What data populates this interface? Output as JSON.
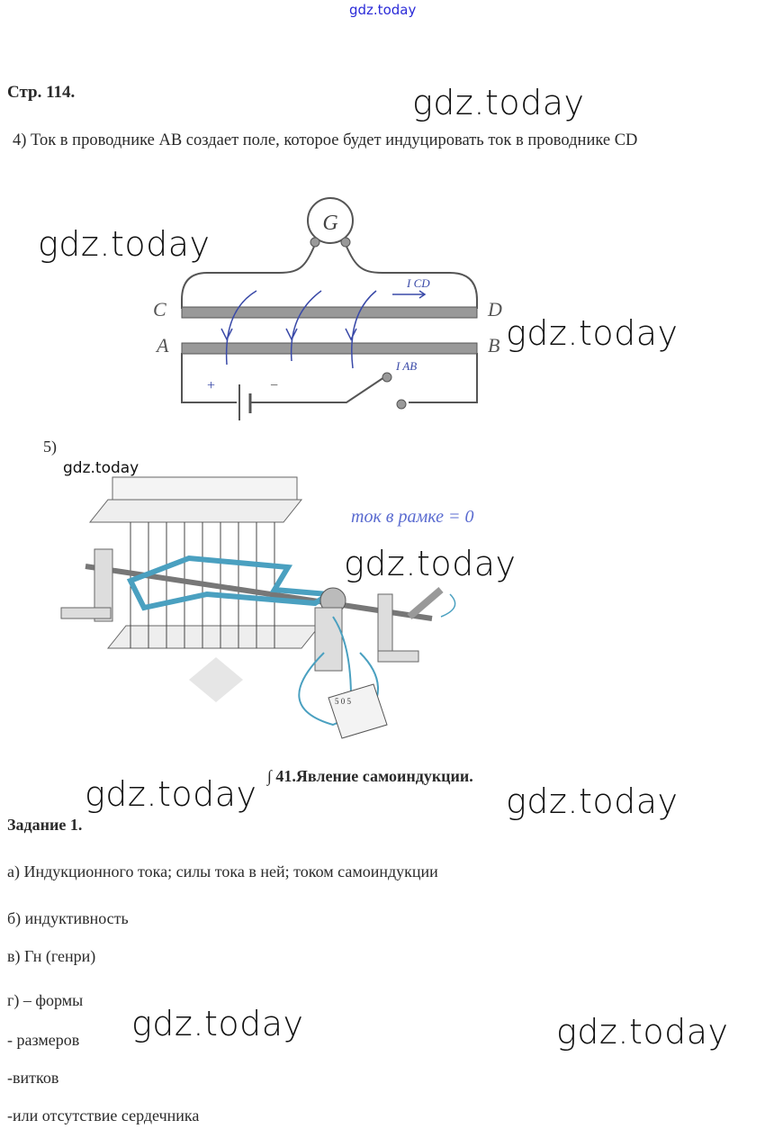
{
  "watermarks": {
    "top": "gdz.today",
    "w1": "gdz.today",
    "w2": "gdz.today",
    "w3": "gdz.today",
    "w4": "gdz.today",
    "w5": "gdz.today",
    "w6": "gdz.today",
    "w7": "gdz.today",
    "w8": "gdz.today",
    "small": "gdz.today"
  },
  "page_heading": "Стр. 114.",
  "item4": "4)   Ток в проводнике АВ создает поле, которое будет индуцировать ток в проводнике CD",
  "figure1": {
    "galvanometer": "G",
    "label_c": "C",
    "label_d": "D",
    "label_a": "A",
    "label_b": "B",
    "current_cd": "I CD",
    "current_ab": "I AB",
    "plus": "+",
    "minus": "−"
  },
  "item5": "5)",
  "figure2": {
    "annotation": "ток в рамке = 0",
    "meter_scale": "5  0  5"
  },
  "section_title": "∫ 41.Явление самоиндукции.",
  "task_title": "Задание 1.",
  "answers": [
    "а) Индукционного тока; силы тока в ней; током самоиндукции",
    "б) индуктивность",
    "в) Гн (генри)",
    "г) – формы",
    "- размеров",
    "-витков",
    "-или отсутствие сердечника"
  ]
}
